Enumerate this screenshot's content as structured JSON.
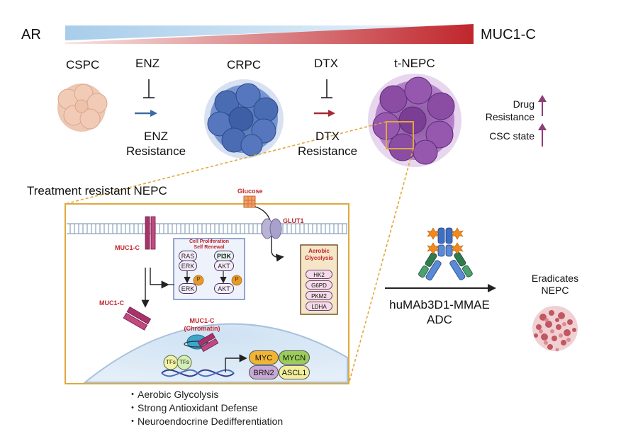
{
  "gradient": {
    "left_label": "AR",
    "right_label": "MUC1-C"
  },
  "stages": {
    "cspc": "CSPC",
    "enz": "ENZ",
    "crpc": "CRPC",
    "dtx": "DTX",
    "tnepc": "t-NEPC"
  },
  "resistance": {
    "enz_line1": "ENZ",
    "enz_line2": "Resistance",
    "dtx_line1": "DTX",
    "dtx_line2": "Resistance"
  },
  "side_notes": {
    "drug_line1": "Drug",
    "drug_line2": "Resistance",
    "csc": "CSC state"
  },
  "panel": {
    "title": "Treatment resistant NEPC",
    "glucose": "Glucose",
    "glut1": "GLUT1",
    "muc1c_membrane": "MUC1-C",
    "muc1c_cyto": "MUC1-C",
    "muc1c_chrom_line1": "MUC1-C",
    "muc1c_chrom_line2": "(Chromatin)",
    "prolif_line1": "Cell Proliferation",
    "prolif_line2": "Self Renewal",
    "ras": "RAS",
    "erk_top": "ERK",
    "pi3k": "PI3K",
    "akt_top": "AKT",
    "erk_bottom": "ERK",
    "akt_bottom": "AKT",
    "p1": "P",
    "p2": "P",
    "aerobic_line1": "Aerobic",
    "aerobic_line2": "Glycolysis",
    "enzymes": [
      "HK2",
      "G6PD",
      "PKM2",
      "LDHA"
    ],
    "tf1": "TFs",
    "tf2": "TFs",
    "genes": {
      "myc": "MYC",
      "mycn": "MYCN",
      "brn2": "BRN2",
      "ascl1": "ASCL1"
    }
  },
  "bullets": [
    "・Aerobic Glycolysis",
    "・Strong Antioxidant Defense",
    "・Neuroendocrine Dedifferentiation"
  ],
  "adc": {
    "line1": "huMAb3D1-MMAE",
    "line2": "ADC"
  },
  "outcome": {
    "line1": "Eradicates",
    "line2": "NEPC"
  },
  "colors": {
    "ar_blue": "#a8cdea",
    "muc1c_red": "#c0262c",
    "panel_border": "#e0a83c",
    "magenta": "#b23a6e",
    "arrow_blue": "#3b6aa5",
    "arrow_red": "#a82a34",
    "up_arrow": "#8d3d78"
  }
}
